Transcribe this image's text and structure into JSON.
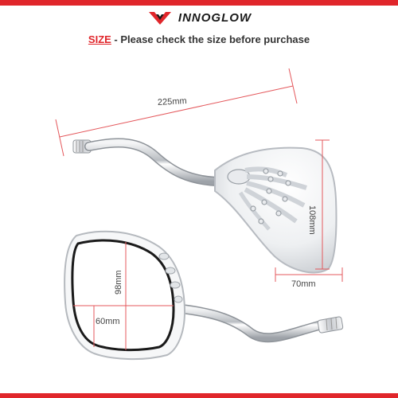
{
  "brand": {
    "name": "INNOGLOW",
    "logo_icon": "wing-logo-icon"
  },
  "headline": {
    "key": "SIZE",
    "rest": " - Please check the size before purchase"
  },
  "dimensions": {
    "length": "225mm",
    "height": "108mm",
    "width": "70mm",
    "glass_height": "98mm",
    "glass_width": "60mm"
  },
  "colors": {
    "accent": "#e0262b",
    "dimension_line": "#e4585c",
    "chrome": "#c9ccd0"
  }
}
